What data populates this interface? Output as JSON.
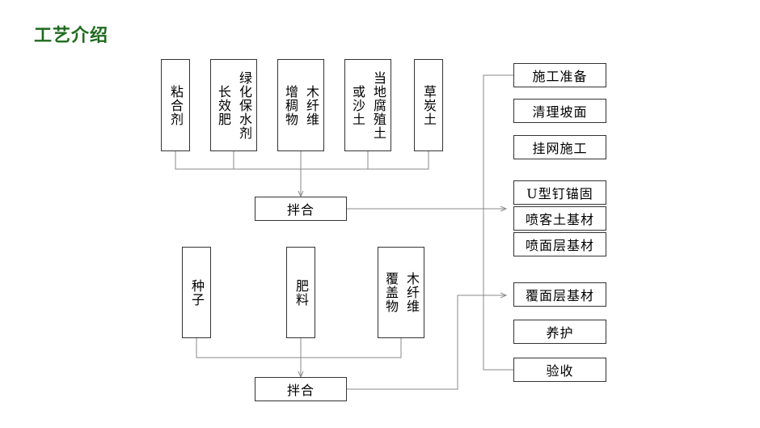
{
  "title": "工艺介绍",
  "materials_group1": [
    {
      "lines": [
        "粘合剂"
      ]
    },
    {
      "lines": [
        "绿化保水剂",
        "长效肥"
      ]
    },
    {
      "lines": [
        "木纤维",
        "增稠物"
      ]
    },
    {
      "lines": [
        "当地腐殖土",
        "或沙土"
      ]
    },
    {
      "lines": [
        "草炭土"
      ]
    }
  ],
  "mix1": "拌合",
  "materials_group2": [
    {
      "lines": [
        "种子"
      ]
    },
    {
      "lines": [
        "肥料"
      ]
    },
    {
      "lines": [
        "木纤维",
        "覆盖物"
      ]
    }
  ],
  "mix2": "拌合",
  "steps": [
    "施工准备",
    "清理坡面",
    "挂网施工",
    "U型钉锚固",
    "喷客土基材",
    "喷面层基材",
    "覆面层基材",
    "养护",
    "验收"
  ],
  "colors": {
    "title": "#1d6a1d",
    "line": "#8a8a8a",
    "border": "#333333"
  }
}
